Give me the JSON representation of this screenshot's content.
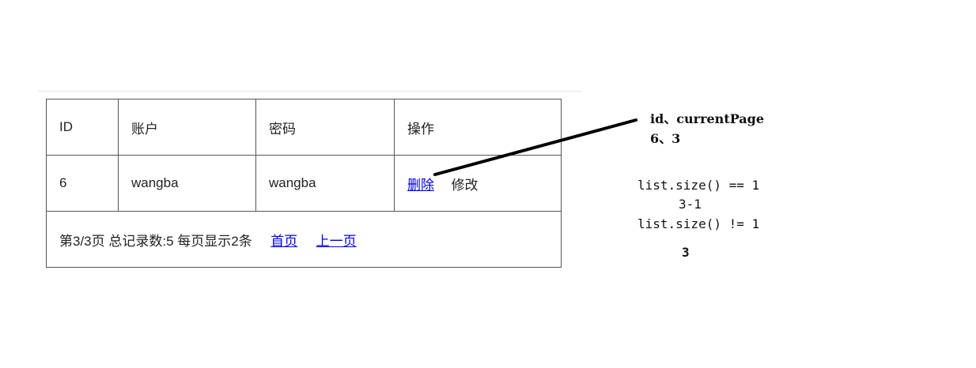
{
  "table": {
    "headers": [
      "ID",
      "账户",
      "密码",
      "操作"
    ],
    "row": {
      "id": "6",
      "account": "wangba",
      "password": "wangba",
      "delete_label": "删除",
      "edit_label": "修改"
    },
    "footer": {
      "status": "第3/3页 总记录数:5 每页显示2条",
      "first_label": "首页",
      "prev_label": "上一页"
    }
  },
  "annotations": {
    "params_line1": "id、currentPage",
    "params_line2": "6、3",
    "cond1": "list.size() == 1",
    "cond1_result": "3-1",
    "cond2": "list.size() != 1",
    "cond2_result": "3"
  }
}
